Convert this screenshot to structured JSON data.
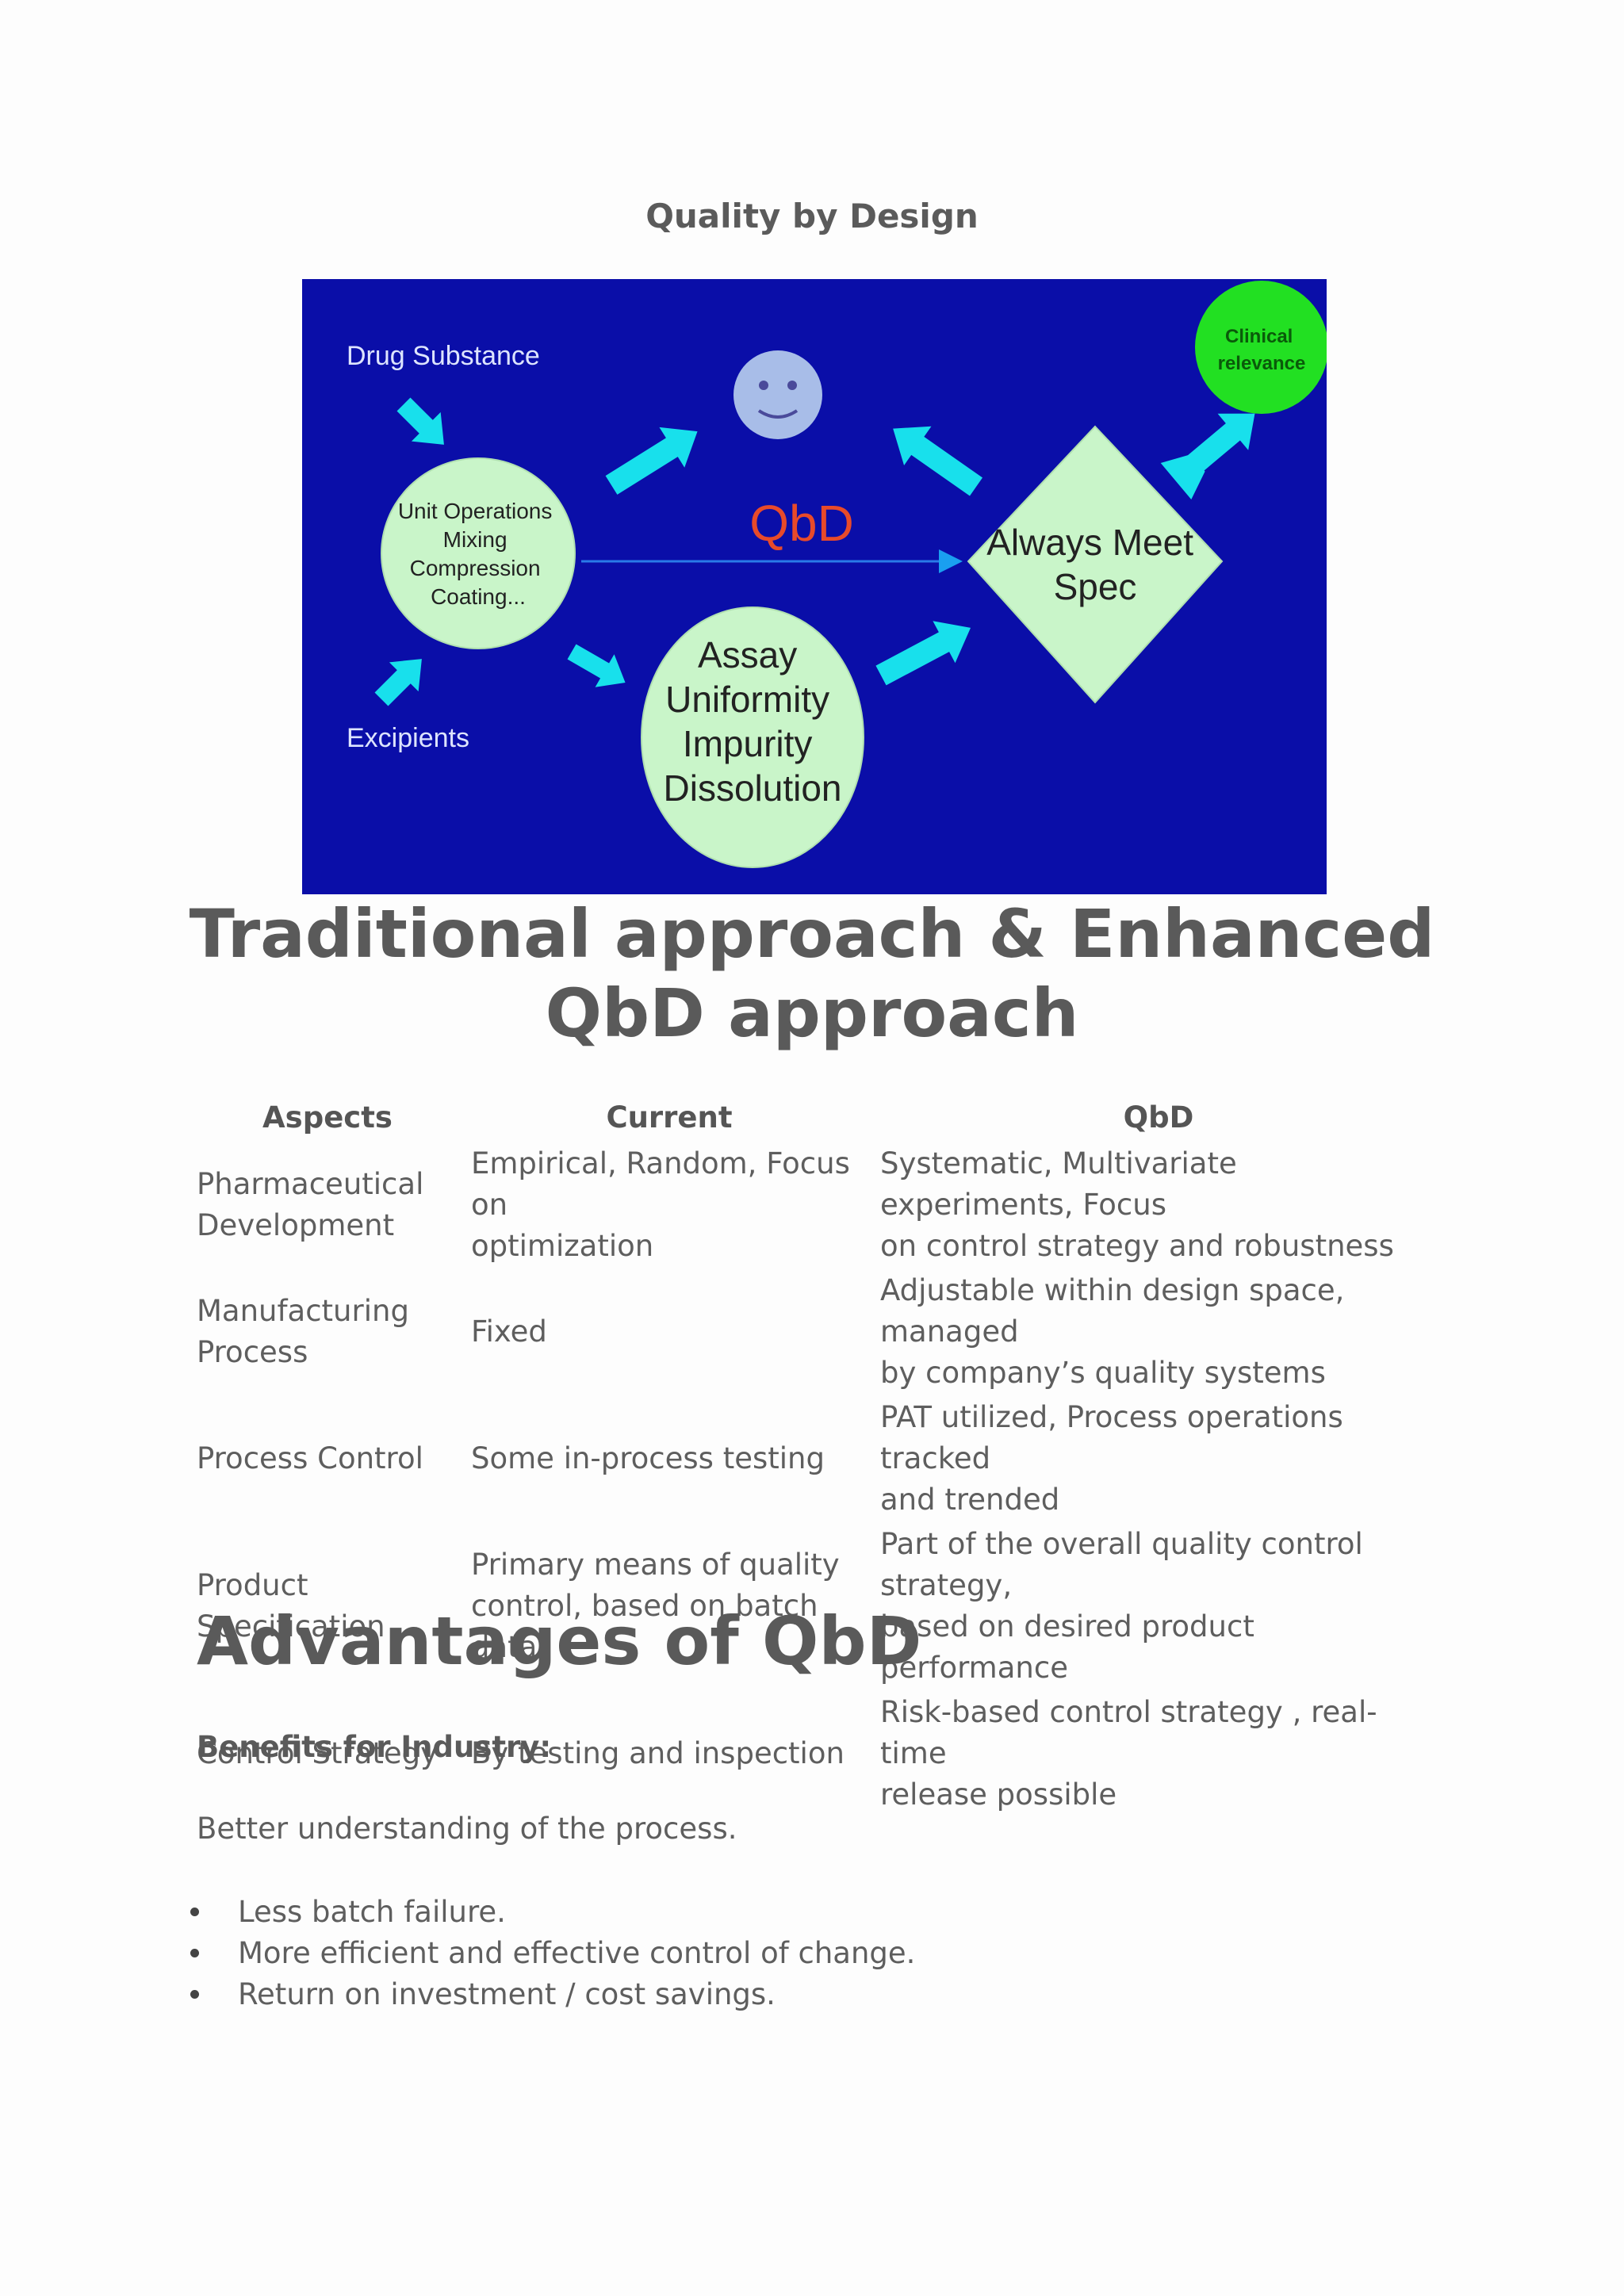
{
  "document": {
    "title": "Quality by Design",
    "heading": "Traditional approach & Enhanced QbD approach",
    "heading_line1": "Traditional approach & Enhanced",
    "heading_line2": "QbD approach",
    "advantages_heading": "Advantages of QbD",
    "benefits_label": "Benefits for Industry:",
    "benefits_intro": "Better understanding of the process.",
    "bullets": [
      "Less batch failure.",
      "More efficient  and effective  control of change.",
      "Return on investment / cost savings."
    ]
  },
  "diagram": {
    "background_color": "#0a0ea8",
    "node_color": "#c9f5c9",
    "clinical_color": "#22e022",
    "arrow_color": "#18e0ec",
    "qbd_color": "#e84a2a",
    "drug_substance": "Drug Substance",
    "excipients": "Excipients",
    "unit_ops": [
      "Unit Operations",
      "Mixing",
      "Compression",
      "Coating..."
    ],
    "qbd": "QbD",
    "tests": [
      "Assay",
      "Uniformity",
      "Impurity",
      "Dissolution"
    ],
    "spec": [
      "Always Meet",
      "Spec"
    ],
    "clinical": [
      "Clinical",
      "relevance"
    ],
    "icons": [
      "smiley-face-icon"
    ]
  },
  "table": {
    "headers": [
      "Aspects",
      "Current",
      "QbD"
    ],
    "rows": [
      {
        "aspect": [
          "Pharmaceutical",
          "Development"
        ],
        "current": [
          "Empirical, Random, Focus on",
          "optimization"
        ],
        "qbd": [
          "Systematic, Multivariate experiments, Focus",
          "on control strategy and robustness"
        ]
      },
      {
        "aspect": [
          "Manufacturing",
          "Process"
        ],
        "current": [
          "Fixed"
        ],
        "qbd": [
          "Adjustable within design space, managed",
          "by company’s quality systems"
        ]
      },
      {
        "aspect": [
          "Process Control"
        ],
        "current": [
          "Some in-process testing"
        ],
        "qbd": [
          "PAT utilized, Process operations tracked",
          "and trended"
        ]
      },
      {
        "aspect": [
          "Product Specification"
        ],
        "current": [
          "Primary means of quality",
          "control, based on batch data"
        ],
        "qbd": [
          "Part of the overall quality control strategy,",
          "based on desired product performance"
        ]
      },
      {
        "aspect": [
          "Control Strategy"
        ],
        "current": [
          "By testing and inspection"
        ],
        "qbd": [
          "Risk-based control strategy , real-time",
          "release possible"
        ]
      }
    ]
  }
}
